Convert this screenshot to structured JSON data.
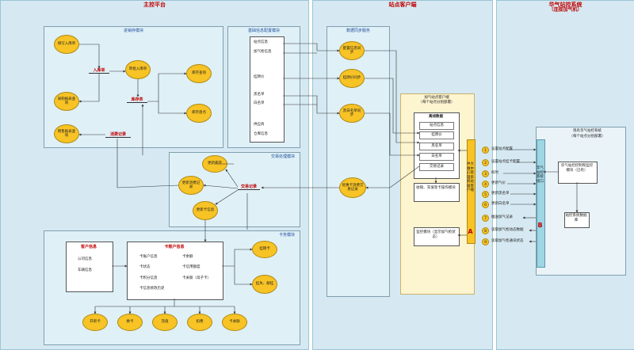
{
  "panels": {
    "main": {
      "title": "主控平台"
    },
    "station": {
      "title": "站点客户端"
    },
    "cng": {
      "title": "华气站控系统",
      "subtitle": "（连接加气机）"
    }
  },
  "boxes": {
    "inventory": {
      "title": "进销存模块"
    },
    "basic": {
      "title": "基础信息配置模块"
    },
    "trade": {
      "title": "交易处理模块"
    },
    "card": {
      "title": "卡务模块"
    },
    "sync": {
      "title": "数据同步服务"
    }
  },
  "inventory_nodes": {
    "fill_entry": "填写入库单",
    "approve_entry": "审批入库单",
    "stock_query": "库存查询",
    "stock_check": "库存盘点",
    "purchase_report": "采购报表查询",
    "sales_report": "销售报表查询",
    "entry_label": "入库单",
    "stock_label": "库存表",
    "sales_label": "消费记录"
  },
  "basic_items": [
    "站点信息",
    "加气枪信息",
    "挂牌价",
    "黑名单",
    "白名单",
    "供应商",
    "仓库信息"
  ],
  "sync_nodes": [
    "配置信息同步",
    "挂牌价同步",
    "黑白名单同步",
    "优惠卡消费交易记录"
  ],
  "trade_nodes": {
    "update_stock": "更新库存",
    "update_consume": "更新消费记录",
    "update_card": "更新卡信息",
    "trade_label": "交易记录"
  },
  "card_info": {
    "customer_title": "客户信息",
    "customer_items": [
      "公司信息",
      "车辆信息"
    ],
    "account_title": "卡账户信息",
    "account_items": [
      "卡账户信息",
      "卡余额",
      "卡状态",
      "卡信用额度",
      "卡积分信息",
      "卡关联（母子卡）",
      "卡信息修改历史"
    ],
    "side_circles": [
      "挂销卡",
      "挂失、解挂"
    ],
    "bottom_circles": [
      "开新卡",
      "换卡",
      "充值",
      "扣费",
      "卡关联"
    ]
  },
  "station_client": {
    "title": "加气站点客户端",
    "subtitle": "（每个站点分别部署）",
    "offline_title": "离线数据",
    "offline_items": [
      "站点信息",
      "挂牌价",
      "黑名单",
      "白名单",
      "交易记录"
    ],
    "collect": "收银、充值等卡操作模块",
    "monitor": "监控模块（显示加气枪状态）",
    "iface": "中大维中心管理系统站级客户端",
    "iface_letter": "A"
  },
  "cng_system": {
    "title": "现有华气站控系统",
    "subtitle": "（每个站点分别部署）",
    "control": "华气站控控制和监控模块（已有）",
    "db": "站控系统数据库",
    "iface": "华气站控系统接口",
    "iface_letter": "B"
  },
  "messages": [
    {
      "n": "1",
      "label": "设置站点配置"
    },
    {
      "n": "2",
      "label": "设置站点挂卡配置"
    },
    {
      "n": "3",
      "label": "校时"
    },
    {
      "n": "4",
      "label": "更新气价"
    },
    {
      "n": "5",
      "label": "更新黑名单"
    },
    {
      "n": "6",
      "label": "更新白名单"
    },
    {
      "n": "7",
      "label": "推送加气记录"
    },
    {
      "n": "8",
      "label": "读取加气枪动态数据"
    },
    {
      "n": "9",
      "label": "读取加气枪通讯状态"
    }
  ]
}
